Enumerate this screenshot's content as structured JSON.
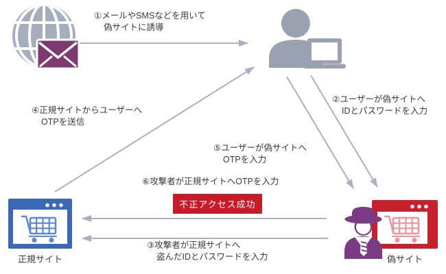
{
  "diagram": {
    "type": "phishing-otp-flow",
    "flow_steps": {
      "step1": {
        "line1": "①メールやSMSなどを用いて",
        "line2": "偽サイトに誘導"
      },
      "step2": {
        "line1": "②ユーザーが偽サイトへ",
        "line2": "IDとパスワードを入力"
      },
      "step3": {
        "line1": "③攻撃者が正規サイトへ",
        "line2": "盗んだIDとパスワードを入力"
      },
      "step4": {
        "line1": "④正規サイトからユーザーへ",
        "line2": "OTPを送信"
      },
      "step5": {
        "line1": "⑤ユーザーが偽サイトへ",
        "line2": "OTPを入力"
      },
      "step6": {
        "line1": "⑥攻撃者が正規サイトへOTPを入力"
      }
    },
    "result_badge": "不正アクセス成功",
    "nodes": {
      "phishing_source": {
        "icons": [
          "globe-icon",
          "mail-icon"
        ]
      },
      "user": {
        "icons": [
          "user-icon",
          "laptop-icon"
        ]
      },
      "legit_site": {
        "label": "正規サイト",
        "icons": [
          "browser-window-icon",
          "cart-icon"
        ]
      },
      "fake_site": {
        "label": "偽サイト",
        "icons": [
          "browser-window-icon",
          "cart-icon",
          "attacker-icon"
        ]
      }
    }
  },
  "colors": {
    "bg": "#ffffff",
    "arrow": "#a9b0c0",
    "text": "#3a3a3a",
    "gray_icon": "#9aa2b2",
    "globe_gray": "#a6adbc",
    "mail_purple": "#7c3a70",
    "attacker_purple": "#7a3b85",
    "legit_blue": "#3b69b5",
    "legit_cart_blue": "#5d88cb",
    "fake_red": "#c8202d",
    "fake_cart_pink": "#ea96a0",
    "badge_bg": "#c81a28",
    "badge_text": "#ffffff"
  }
}
